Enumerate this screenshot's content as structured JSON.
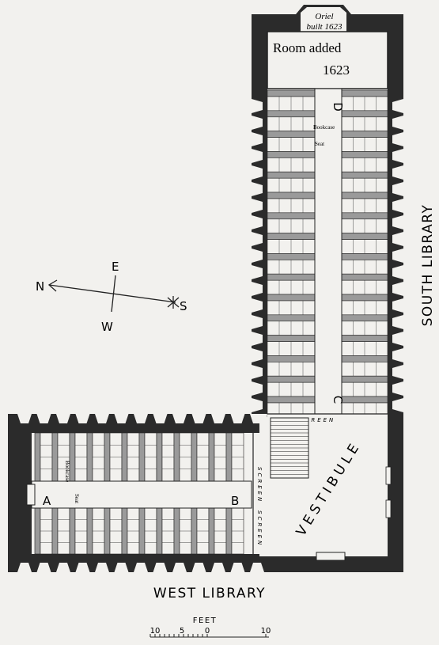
{
  "title_room_added": "Room added",
  "title_room_year": "1623",
  "oriel_line1": "Oriel",
  "oriel_line2": "built 1623",
  "south_library": "SOUTH LIBRARY",
  "west_library": "WEST LIBRARY",
  "vestibule": "VESTIBULE",
  "screen_label": "SCREEN",
  "label_a": "A",
  "label_b": "B",
  "label_c": "C",
  "label_d": "D",
  "bookcase": "Bookcase",
  "seat": "Seat",
  "compass": {
    "n": "N",
    "e": "E",
    "s": "S",
    "w": "W"
  },
  "scale": {
    "title": "FEET",
    "left": "10",
    "five": "5",
    "zero": "0",
    "right": "10"
  },
  "colors": {
    "wall": "#2b2b2b",
    "paper": "#f2f1ee",
    "shade": "#9a9a9a",
    "ink": "#222222"
  }
}
